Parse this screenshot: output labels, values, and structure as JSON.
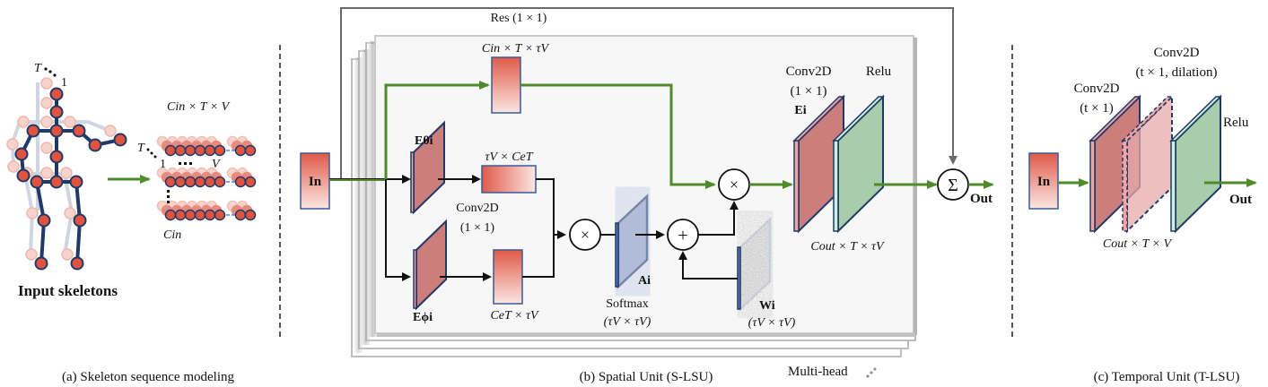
{
  "panels": {
    "a": {
      "caption": "(a) Skeleton sequence modeling",
      "skeleton_label": "Input skeletons",
      "frame_T": "T",
      "frame_1": "1",
      "tensor_shape": "Cin × T × V",
      "grid_T": "T",
      "grid_1": "1",
      "grid_V": "V",
      "grid_cin": "Cin"
    },
    "b": {
      "caption": "(b) Spatial Unit (S-LSU)",
      "residual_label": "Res (1 × 1)",
      "in_label": "In",
      "value_shape": "Cin × T × τV",
      "e_theta_label": "Eθi",
      "theta_shape": "τV × CeT",
      "conv_label": "Conv2D",
      "conv_kernel": "(1 × 1)",
      "e_phi_label": "Eϕi",
      "phi_shape": "CeT × τV",
      "multiply_symbol": "×",
      "a_label": "Ai",
      "softmax_label": "Softmax",
      "softmax_shape": "(τV × τV)",
      "add_symbol": "+",
      "w_label": "Wi",
      "w_shape": "(τV × τV)",
      "out_conv_label": "Conv2D",
      "out_conv_kernel": "(1 × 1)",
      "e_label": "Ei",
      "relu_label": "Relu",
      "out_shape": "Cout × T × τV",
      "sum_symbol": "Σ",
      "out_label": "Out",
      "multihead_label": "Multi-head"
    },
    "c": {
      "caption": "(c) Temporal Unit (T-LSU)",
      "in_label": "In",
      "conv1_label": "Conv2D",
      "conv1_kernel": "(t × 1)",
      "conv2_label": "Conv2D",
      "conv2_kernel": "(t × 1, dilation)",
      "relu_label": "Relu",
      "shape": "Cout × T × V",
      "out_label": "Out"
    }
  },
  "colors": {
    "navy": "#1f3a68",
    "joint_red": "#e0533f",
    "faded_joint": "#f3c9c3",
    "faded_bone": "#cfd6e2",
    "green_arrow": "#4f8a2b",
    "conv_red": "#cc7e7c",
    "relu_green": "#a8ccac",
    "attention_blue": "#9aa9c9",
    "residual_gray": "#6a6a6a",
    "panel_bg": "#f7f7f7"
  }
}
